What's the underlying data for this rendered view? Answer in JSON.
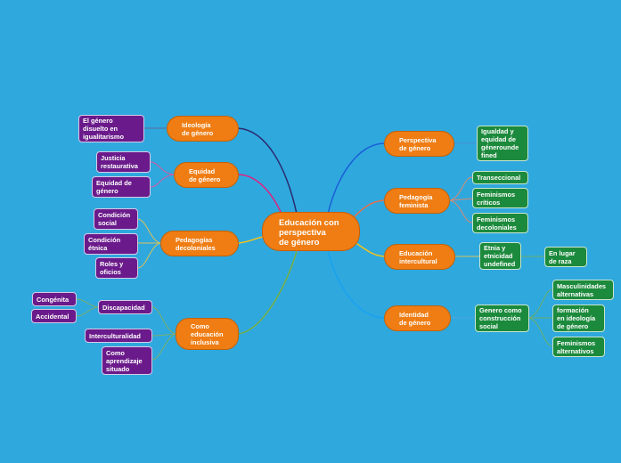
{
  "central": "Educación con\nperspectiva\nde género",
  "left": [
    {
      "label": "Ideología\nde género",
      "children": [
        "El género\ndisuelto en\nigualitarismo"
      ]
    },
    {
      "label": "Equidad\nde género",
      "children": [
        "Justicia\nrestaurativa",
        "Equidad de\ngénero"
      ]
    },
    {
      "label": "Pedagogías\ndecoloniales",
      "children": [
        "Condición\nsocial",
        "Condición\nétnica",
        "Roles y\noficios"
      ]
    },
    {
      "label": "Como\neducación\ninclusiva",
      "children": [
        "Discapacidad",
        "Interculturalidad",
        "Como\naprendizaje\nsituado"
      ]
    }
  ],
  "discapacidad_children": [
    "Congénita",
    "Accidental"
  ],
  "right": [
    {
      "label": "Perspectiva\nde género",
      "children": [
        "Igualdad y\nequidad de\ngénerounde\nfined"
      ]
    },
    {
      "label": "Pedagogía\nfeminista",
      "children": [
        "Transeccional",
        "Feminismos\ncríticos",
        "Feminismos\ndecoloniales"
      ]
    },
    {
      "label": "Educación\nintercultural",
      "children": [
        "Etnia y\netnicidad\nundefined"
      ]
    },
    {
      "label": "Identidad\nde género",
      "children": [
        "Genero como\nconstrucción\nsocial"
      ]
    }
  ],
  "etnia_child": "En lugar\nde raza",
  "genero_children": [
    "Masculinidades\nalternativas",
    "formación\nen ideología\nde género",
    "Feminismos\nalternativos"
  ],
  "colors": {
    "background": "#2fa8de",
    "main_node": "#ef7d13",
    "leaf_left": "#6a1a8a",
    "leaf_right": "#1c8a3c",
    "branch_ideologia": "#2a2a6e",
    "branch_equidad": "#e0227e",
    "branch_pedagogias": "#f3c419",
    "branch_inclusiva": "#78b043",
    "branch_perspectiva": "#1a5fd6",
    "branch_feminista": "#e8704a",
    "branch_intercultural": "#f3c419",
    "branch_identidad": "#19a2f0"
  }
}
